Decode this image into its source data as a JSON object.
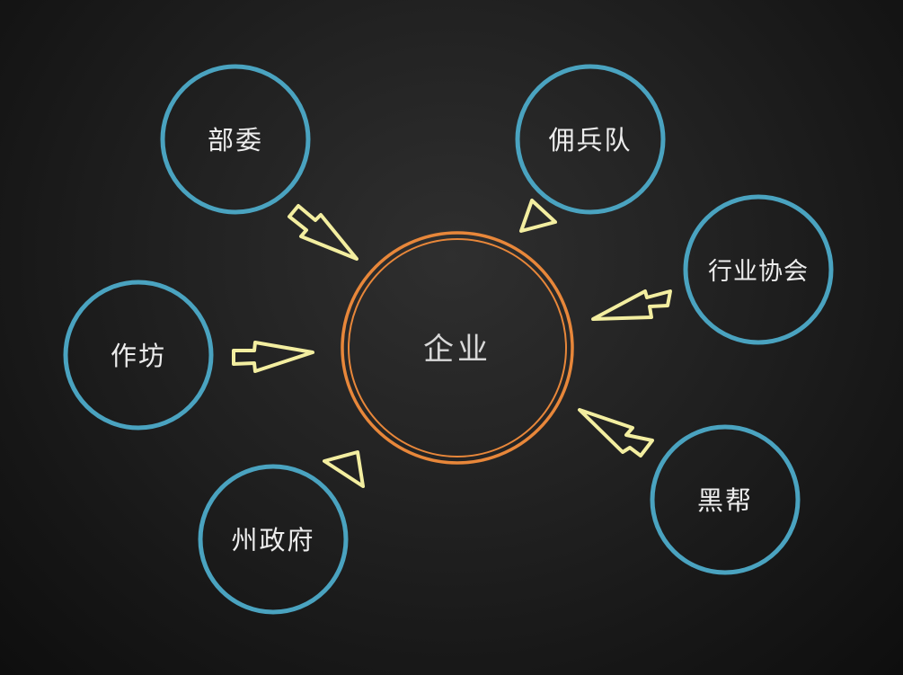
{
  "diagram": {
    "center": {
      "label": "企业",
      "color": "#e8873a"
    },
    "nodes": [
      {
        "id": "bu-wei",
        "label": "部委"
      },
      {
        "id": "yong-bing-dui",
        "label": "佣兵队"
      },
      {
        "id": "hang-ye-xie-hui",
        "label": "行业协会"
      },
      {
        "id": "zuo-fang",
        "label": "作坊"
      },
      {
        "id": "zhou-zheng-fu",
        "label": "州政府"
      },
      {
        "id": "hei-bang",
        "label": "黑帮"
      }
    ],
    "node_color": "#4aa3c0",
    "arrow_color": "#f3eea0"
  }
}
